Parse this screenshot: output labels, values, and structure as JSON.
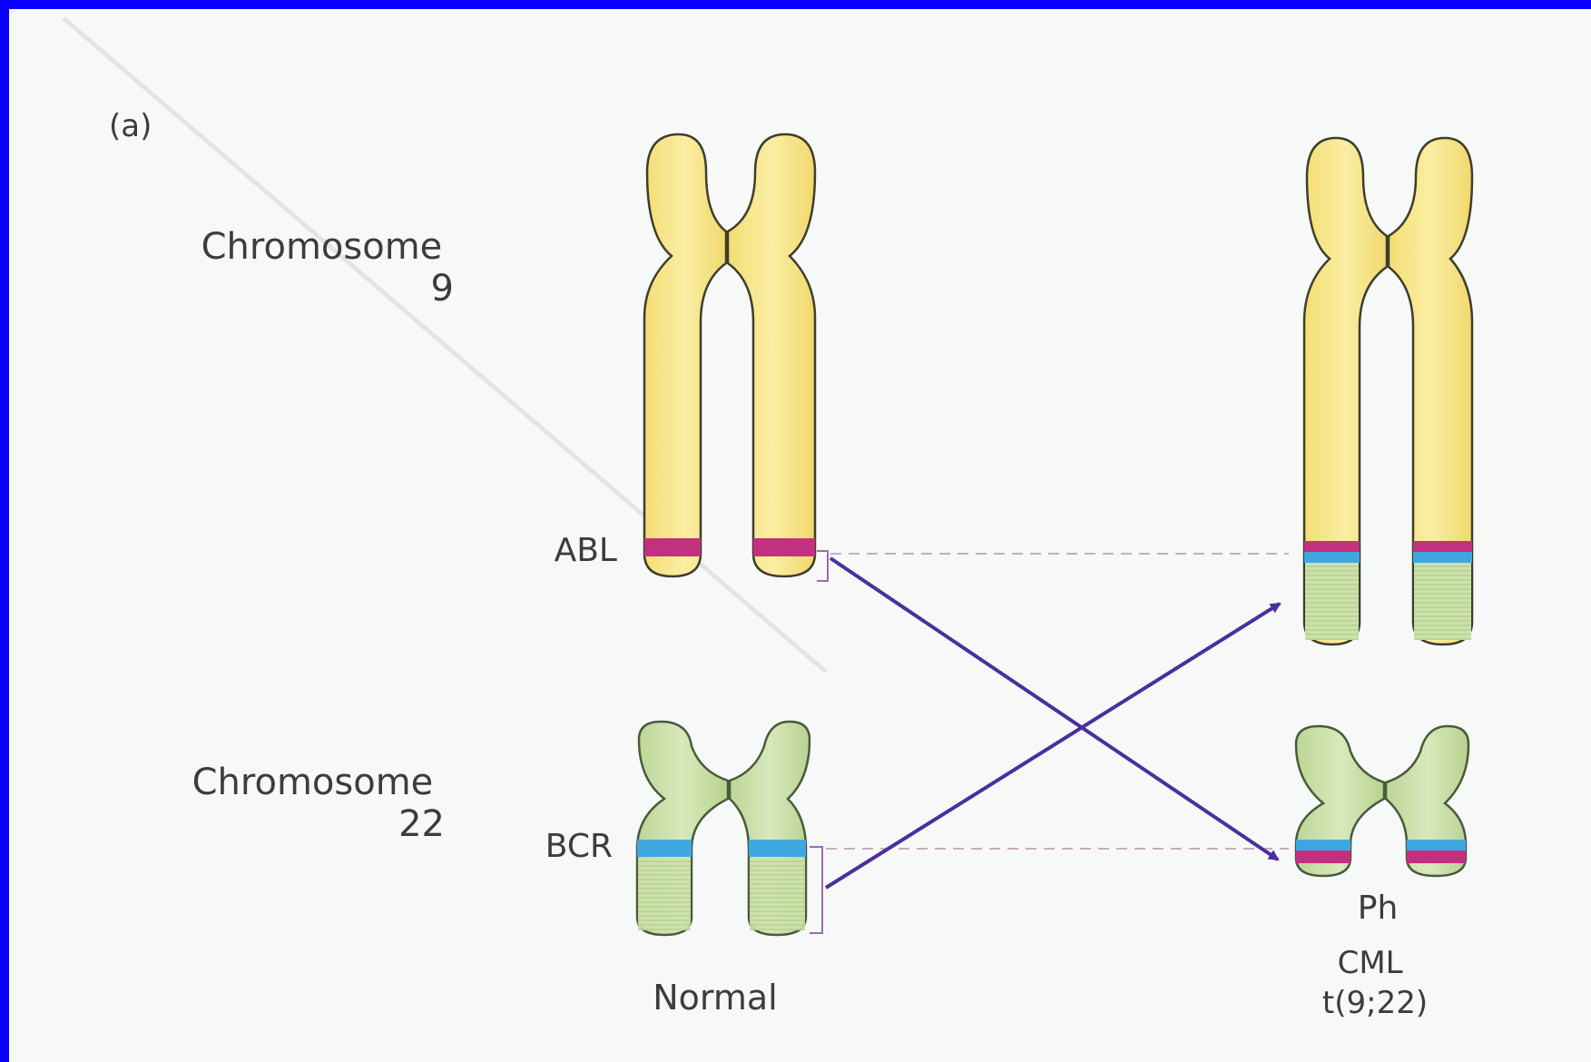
{
  "panel_label": "(a)",
  "chromosome_9_label": [
    "Chromosome",
    "9"
  ],
  "chromosome_22_label": [
    "Chromosome",
    "22"
  ],
  "gene_abl": "ABL",
  "gene_bcr": "BCR",
  "normal_caption": "Normal",
  "ph_label": "Ph",
  "cml_caption": [
    "CML",
    "t(9;22)"
  ],
  "colors": {
    "frame": "#0a00ff",
    "background": "#f7f9f8",
    "chromosome_9_fill": "#f5e07a",
    "chromosome_22_fill": "#c9dea5",
    "abl_band": "#c2317f",
    "bcr_band": "#3fa7df",
    "arrow": "#4a2f9c"
  }
}
